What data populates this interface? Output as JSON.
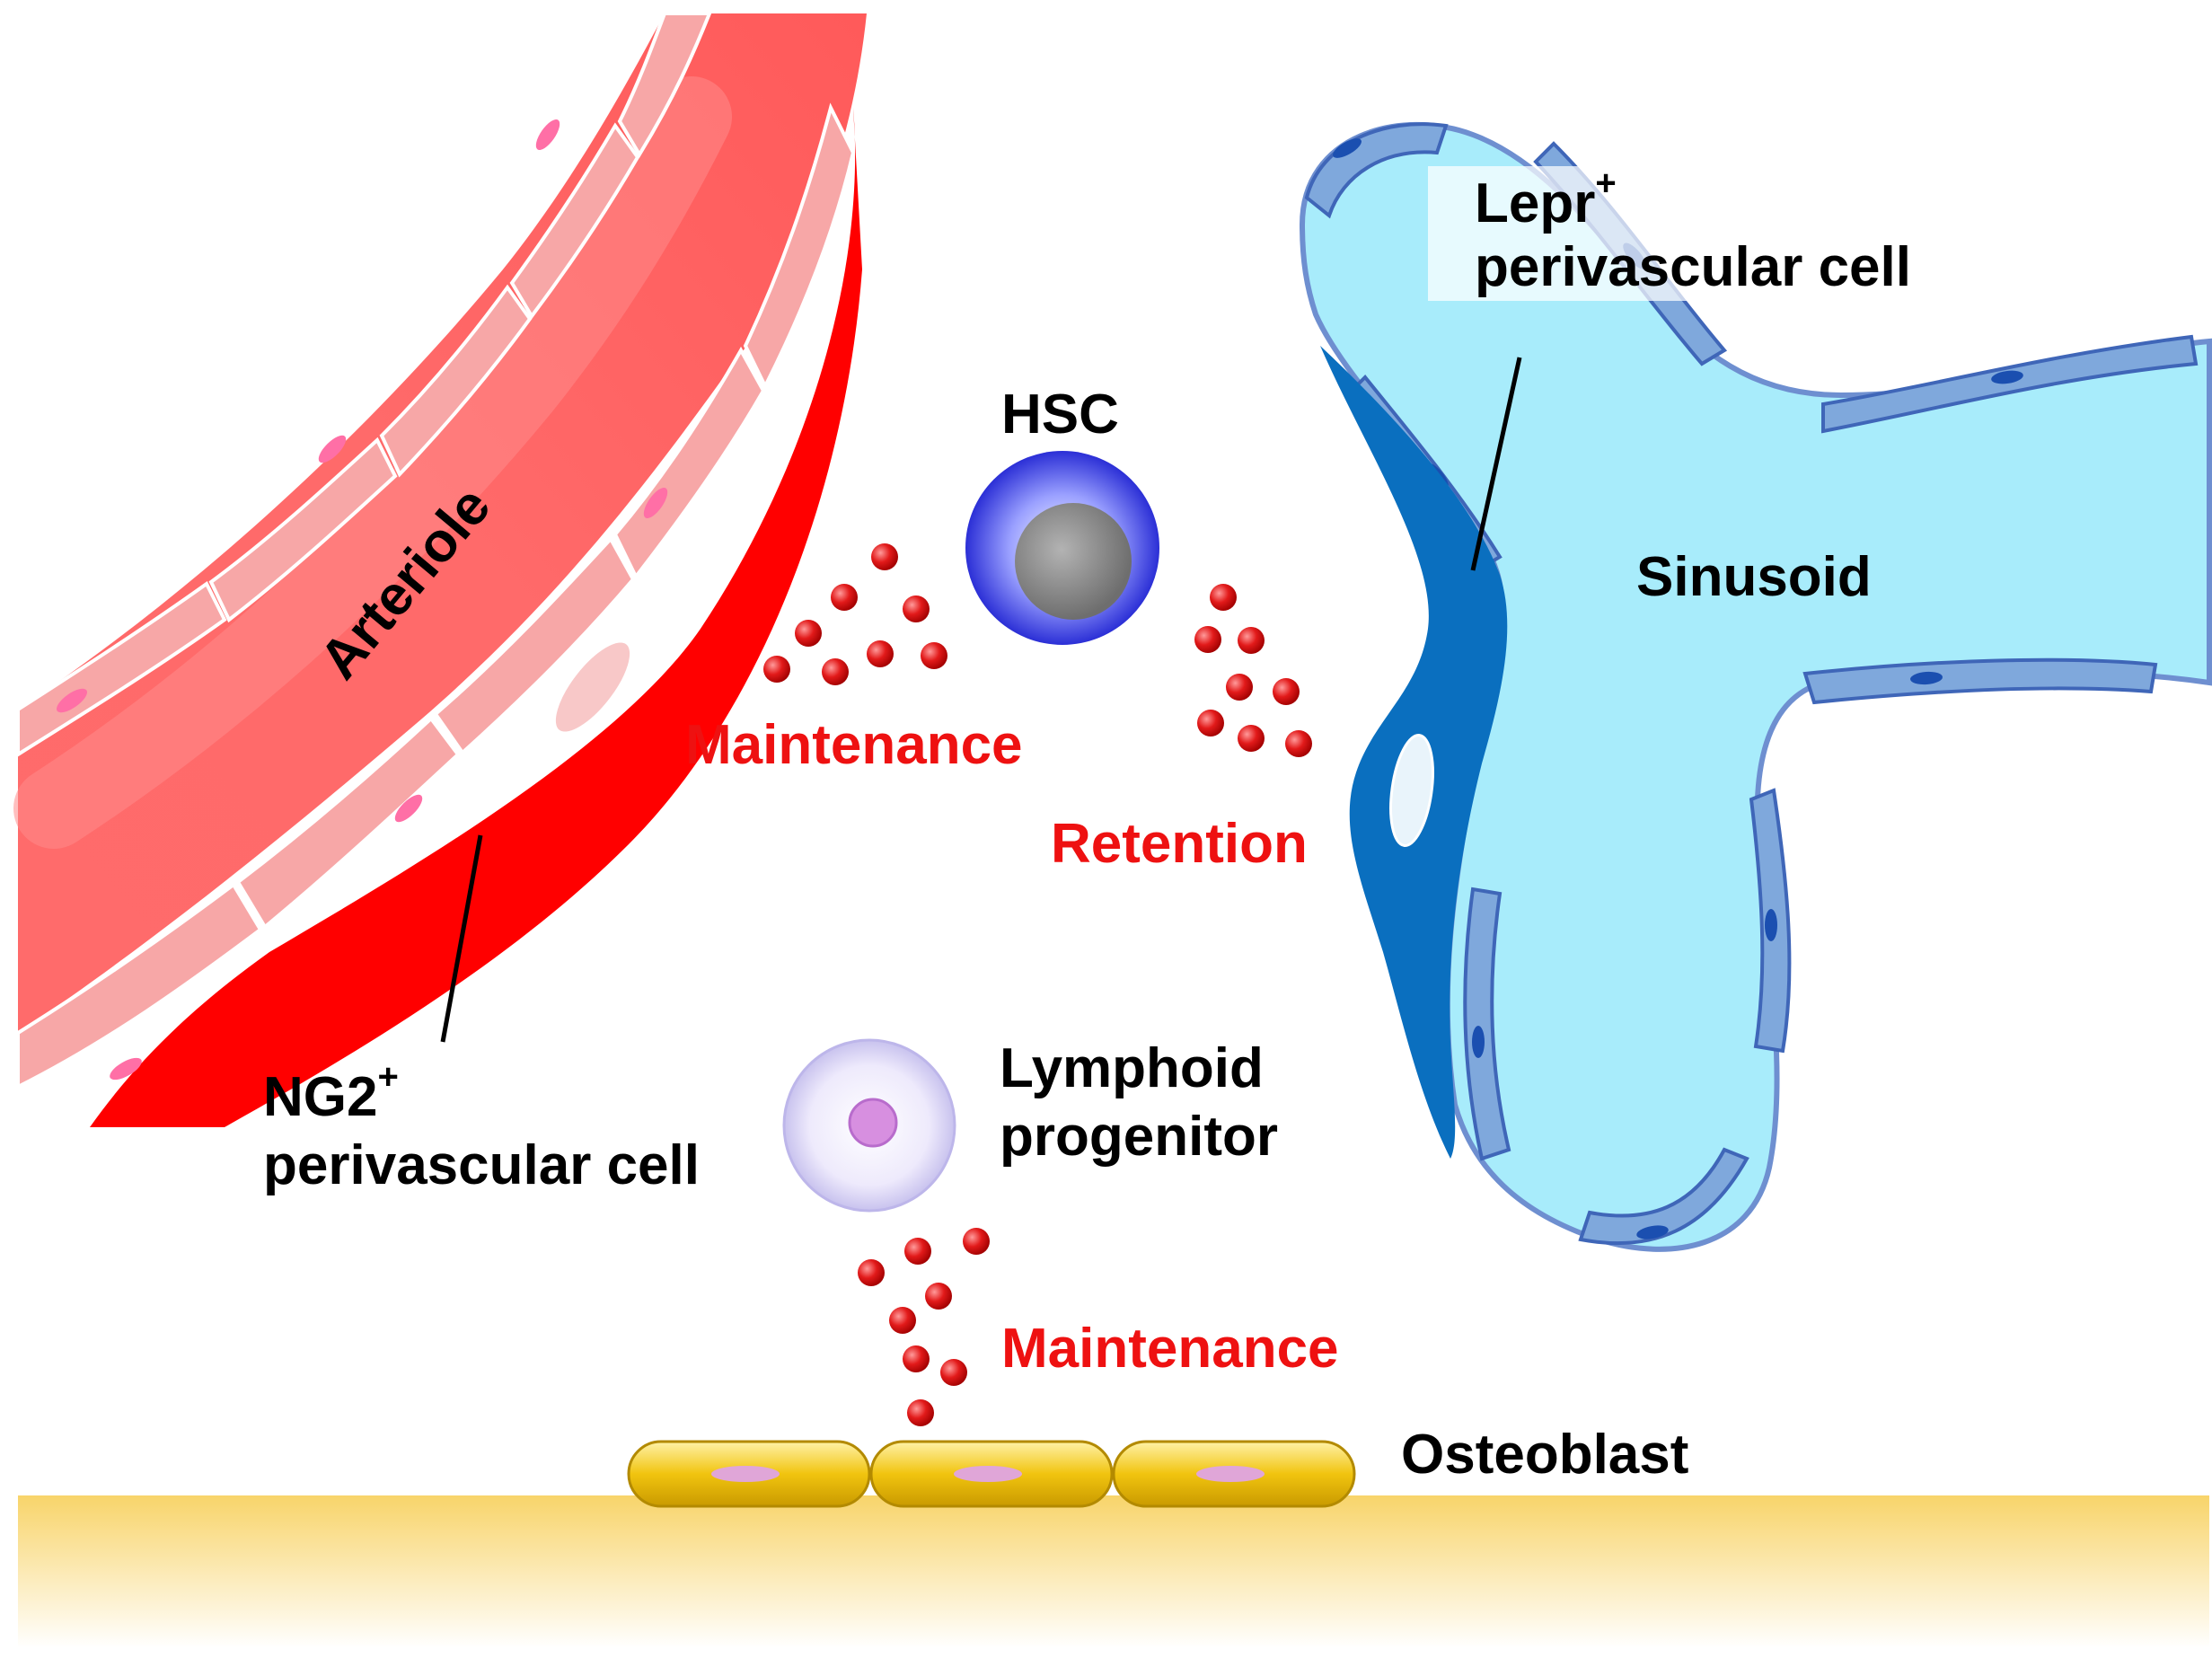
{
  "labels": {
    "arteriole": "Arteriole",
    "sinusoid": "Sinusoid",
    "hsc": "HSC",
    "lepr": "Lepr",
    "lepr_sup": "+",
    "lepr_line2": "perivascular cell",
    "ng2": "NG2",
    "ng2_sup": "+",
    "ng2_line2": "perivascular cell",
    "lymphoid_line1": "Lymphoid",
    "lymphoid_line2": "progenitor",
    "osteoblast": "Osteoblast",
    "maintenance_top": "Maintenance",
    "retention": "Retention",
    "maintenance_bottom": "Maintenance"
  },
  "colors": {
    "arteriole": "#ff6666",
    "arteriole_cells": "#f9a3a3",
    "ng2_cell": "#ff0000",
    "sinusoid": "#a8ecfb",
    "sinusoid_wall": "#7fa8dc",
    "lepr_cell": "#0a6fbf",
    "hsc": "#4b4fe0",
    "molecule": "#e21a1a",
    "osteoblast": "#f1c40f",
    "bone": "#fbe39a",
    "effect_text": "#ee1111"
  }
}
